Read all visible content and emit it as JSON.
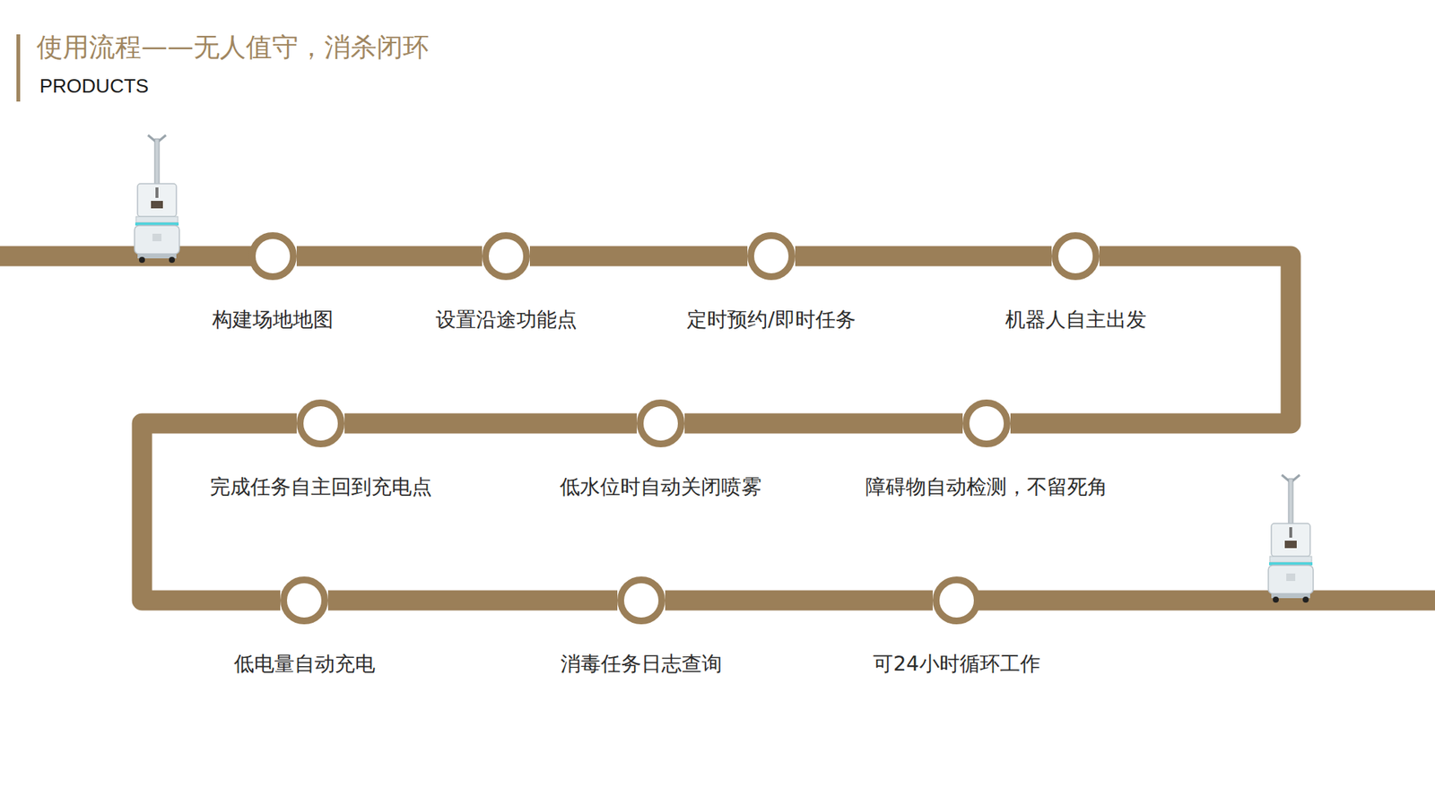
{
  "diagram": {
    "title": "使用流程——无人值守，消杀闭环",
    "nodes": [
      {
        "text": [
          "构建场地地图"
        ]
      },
      {
        "text": [
          "设置沿途功能点"
        ]
      },
      {
        "text": [
          "定时预约/即时任务"
        ]
      },
      {
        "text": [
          "机器人自主出发"
        ]
      },
      {
        "text": [
          "障碍物自动检测，不留死角"
        ]
      },
      {
        "text": [
          "低水位时自动关闭喷雾"
        ]
      },
      {
        "text": [
          "完成任务自主回到充电点"
        ]
      },
      {
        "text": [
          "低电量自动充电"
        ]
      },
      {
        "text": [
          "消毒任务日志查询"
        ]
      },
      {
        "text": [
          "可24小时循环工作"
        ]
      }
    ],
    "edges": [
      {
        "from": 0,
        "to": 1,
        "arrow": "none"
      },
      {
        "from": 1,
        "to": 2,
        "arrow": "none"
      },
      {
        "from": 2,
        "to": 3,
        "arrow": "none"
      },
      {
        "from": 3,
        "to": 4,
        "arrow": "none"
      },
      {
        "from": 4,
        "to": 5,
        "arrow": "none"
      },
      {
        "from": 5,
        "to": 6,
        "arrow": "none"
      },
      {
        "from": 6,
        "to": 7,
        "arrow": "none"
      },
      {
        "from": 7,
        "to": 8,
        "arrow": "none"
      },
      {
        "from": 8,
        "to": 9,
        "arrow": "none"
      }
    ],
    "labels": [
      "PRODUCTS"
    ]
  }
}
